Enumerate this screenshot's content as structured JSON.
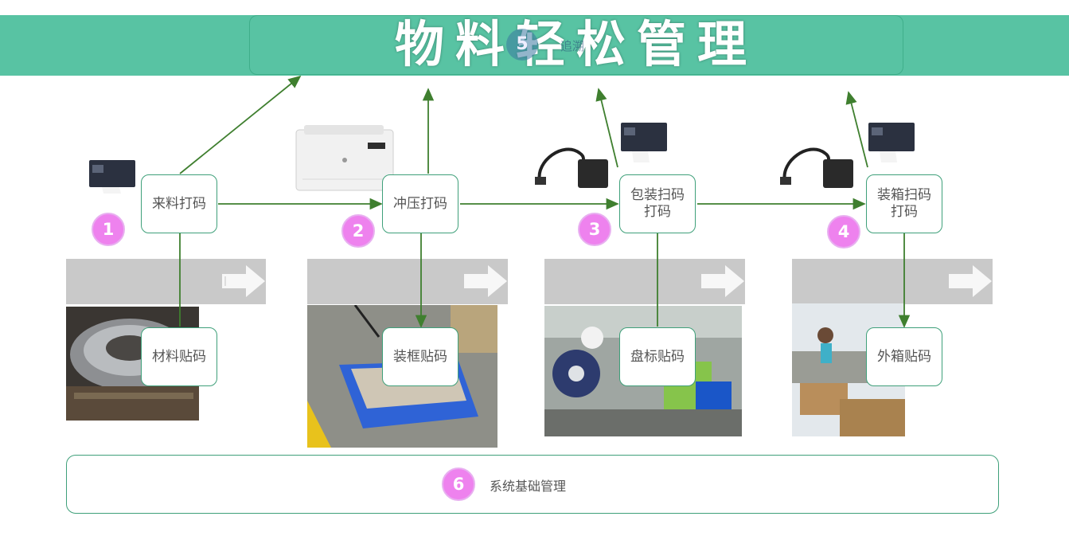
{
  "title": "物料轻松管理",
  "title_overlay": {
    "badge": "5",
    "label": "追溯"
  },
  "steps": [
    {
      "number": "1",
      "main_label": "来料打码",
      "sub_label": "材料贴码"
    },
    {
      "number": "2",
      "main_label": "冲压打码",
      "sub_label": "装框贴码"
    },
    {
      "number": "3",
      "main_label": "包装扫码打码",
      "sub_label": "盘标贴码"
    },
    {
      "number": "4",
      "main_label": "装箱扫码打码",
      "sub_label": "外箱贴码"
    }
  ],
  "system": {
    "number": "6",
    "label": "系统基础管理"
  },
  "icons": [
    "label-printer-icon",
    "laser-printer-icon",
    "barcode-scanner-icon",
    "grey-arrow-icon"
  ],
  "colors": {
    "banner": "#58c3a3",
    "flow_line": "#3f7f2f",
    "badge": "#ee82ee",
    "node_border": "#3fa07a"
  }
}
